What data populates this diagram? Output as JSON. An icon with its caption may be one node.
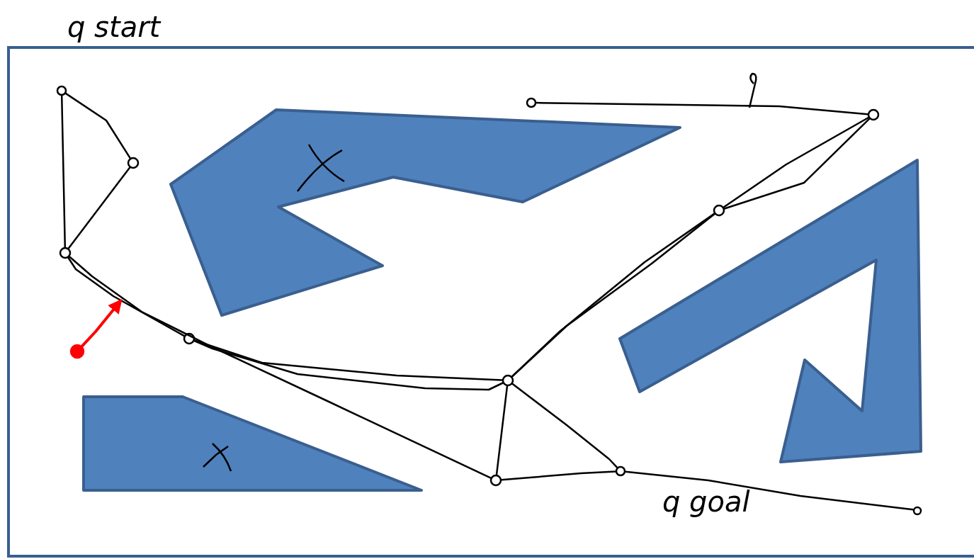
{
  "diagram": {
    "nodes": [
      {
        "text": [],
        "shape": "circle"
      },
      {
        "text": [],
        "shape": "circle"
      },
      {
        "text": [],
        "shape": "circle"
      },
      {
        "text": [],
        "shape": "circle"
      },
      {
        "text": [],
        "shape": "circle"
      },
      {
        "text": [],
        "shape": "circle"
      },
      {
        "text": [],
        "shape": "circle"
      },
      {
        "text": [],
        "shape": "circle"
      },
      {
        "text": [],
        "shape": "circle"
      },
      {
        "text": [],
        "shape": "circle"
      },
      {
        "text": [],
        "shape": "circle"
      },
      {
        "text": [],
        "shape": "circle"
      }
    ],
    "edges": [
      {
        "from": 0,
        "to": 1,
        "arrow": "none"
      },
      {
        "from": 0,
        "to": 2,
        "arrow": "none"
      },
      {
        "from": 1,
        "to": 2,
        "arrow": "none"
      },
      {
        "from": 2,
        "to": 4,
        "arrow": "none"
      },
      {
        "from": 4,
        "to": 6,
        "arrow": "none"
      },
      {
        "from": 4,
        "to": 6,
        "arrow": "none"
      },
      {
        "from": 2,
        "to": 7,
        "arrow": "none"
      },
      {
        "from": 6,
        "to": 7,
        "arrow": "none"
      },
      {
        "from": 6,
        "to": 8,
        "arrow": "none"
      },
      {
        "from": 7,
        "to": 8,
        "arrow": "none"
      },
      {
        "from": 8,
        "to": 11,
        "arrow": "none"
      },
      {
        "from": 6,
        "to": 9,
        "arrow": "none"
      },
      {
        "from": 6,
        "to": 9,
        "arrow": "none"
      },
      {
        "from": 9,
        "to": 10,
        "arrow": "none"
      },
      {
        "from": 9,
        "to": 10,
        "arrow": "none"
      },
      {
        "from": 10,
        "to": 5,
        "arrow": "none"
      },
      {
        "from": 3,
        "to": null,
        "arrow": "to",
        "color": "#ff0000"
      }
    ],
    "labels": [
      "q start",
      "q goal"
    ]
  }
}
